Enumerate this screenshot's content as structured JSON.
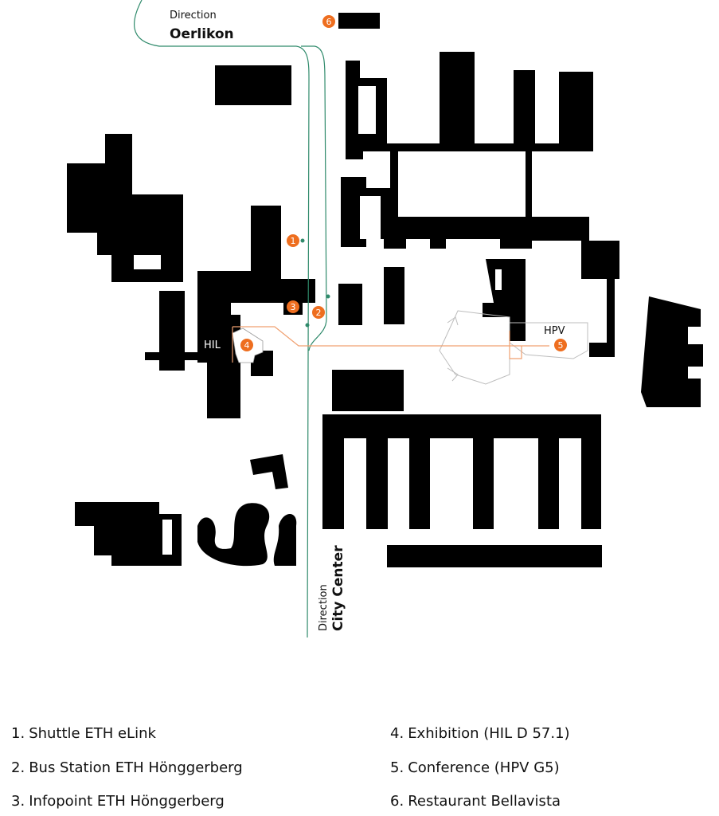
{
  "colors": {
    "building": "#000000",
    "shuttle_route": "#2f8a6b",
    "walk_route": "#f0a070",
    "marker": "#ee6e1f",
    "outline": "#bdbdbd"
  },
  "map": {
    "dir_top_small": "Direction",
    "dir_top_big": "Oerlikon",
    "dir_bottom_small": "Direction",
    "dir_bottom_big": "City Center",
    "label_hil": "HIL",
    "label_hpv": "HPV",
    "markers": [
      "1",
      "2",
      "3",
      "4",
      "5",
      "6"
    ]
  },
  "legend": {
    "items": [
      {
        "num": "1.",
        "text": "Shuttle ETH eLink"
      },
      {
        "num": "2.",
        "text": "Bus Station ETH Hönggerberg"
      },
      {
        "num": "3.",
        "text": "Infopoint ETH Hönggerberg"
      },
      {
        "num": "4.",
        "text": "Exhibition (HIL D 57.1)"
      },
      {
        "num": "5.",
        "text": "Conference (HPV G5)"
      },
      {
        "num": "6.",
        "text": "Restaurant Bellavista"
      }
    ]
  }
}
